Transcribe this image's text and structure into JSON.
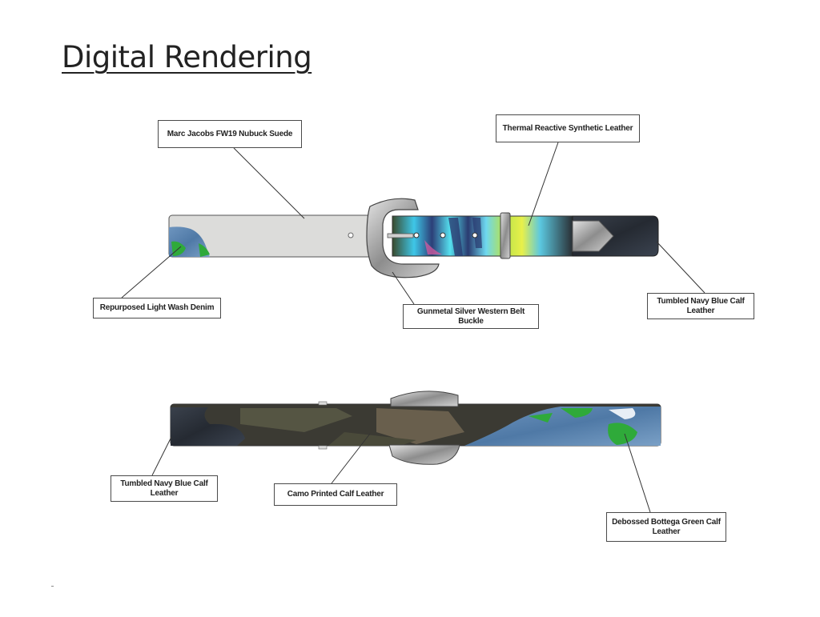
{
  "title": "Digital Rendering",
  "belt1": {
    "label_suede": "Marc Jacobs FW19 Nubuck Suede",
    "label_thermal": "Thermal Reactive Synthetic Leather",
    "label_denim": "Repurposed Light Wash Denim",
    "label_buckle": "Gunmetal Silver Western Belt Buckle",
    "label_navy": "Tumbled Navy Blue Calf Leather"
  },
  "belt2": {
    "label_navy": "Tumbled Navy Blue Calf Leather",
    "label_camo": "Camo Printed Calf Leather",
    "label_green": "Debossed Bottega Green Calf Leather"
  },
  "colors": {
    "suede": "#dcdcda",
    "navy": "#2f3640",
    "denim": "#5d86b0",
    "green": "#2faa3a",
    "silver": "#b9b9b9",
    "camo_dark": "#3b3a33",
    "camo_olive": "#5a5a46",
    "camo_tan": "#6f6450"
  }
}
